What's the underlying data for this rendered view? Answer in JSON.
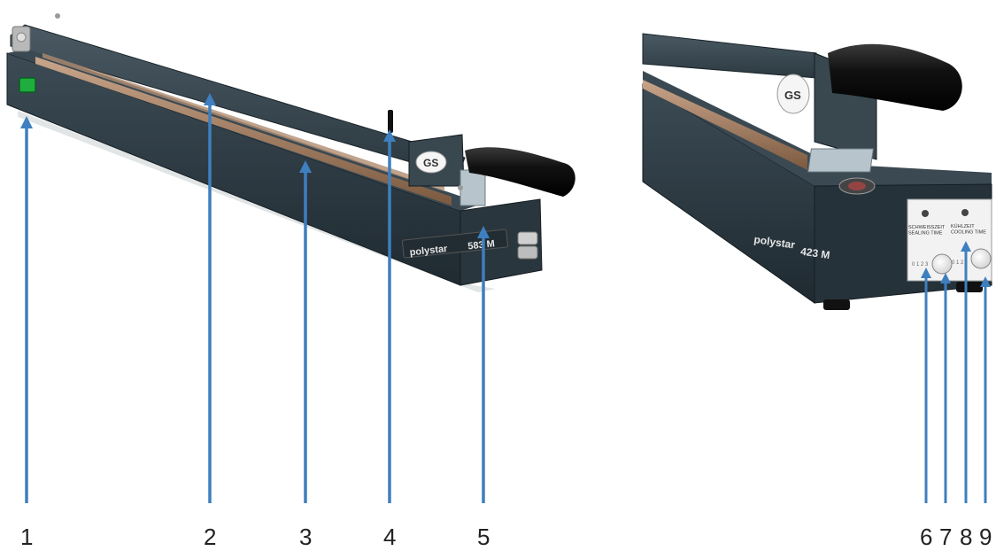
{
  "colors": {
    "machine_body": "#2d3b44",
    "machine_dark": "#1c262d",
    "sealing_bar": "#9b7a5e",
    "arrow": "#3e7fbf",
    "handle": "#111111",
    "switch": "#1fae3e",
    "label_text": "#222222"
  },
  "left_machine": {
    "model_label": "polystar",
    "model_number": "583 M"
  },
  "right_machine": {
    "model_label": "polystar",
    "model_number": "423 M",
    "panel_left_label": "SCHWEISSZEIT\nSEALING TIME",
    "panel_right_label": "KÜHLZEIT\nCOOLING TIME"
  },
  "callouts": [
    {
      "label": "1",
      "icon": "arrow-up-icon"
    },
    {
      "label": "2",
      "icon": "arrow-up-icon"
    },
    {
      "label": "3",
      "icon": "arrow-up-icon"
    },
    {
      "label": "4",
      "icon": "arrow-up-icon"
    },
    {
      "label": "5",
      "icon": "arrow-up-icon"
    },
    {
      "label": "6",
      "icon": "arrow-up-icon"
    },
    {
      "label": "7",
      "icon": "arrow-up-icon"
    },
    {
      "label": "8",
      "icon": "arrow-up-icon"
    },
    {
      "label": "9",
      "icon": "arrow-up-icon"
    }
  ]
}
